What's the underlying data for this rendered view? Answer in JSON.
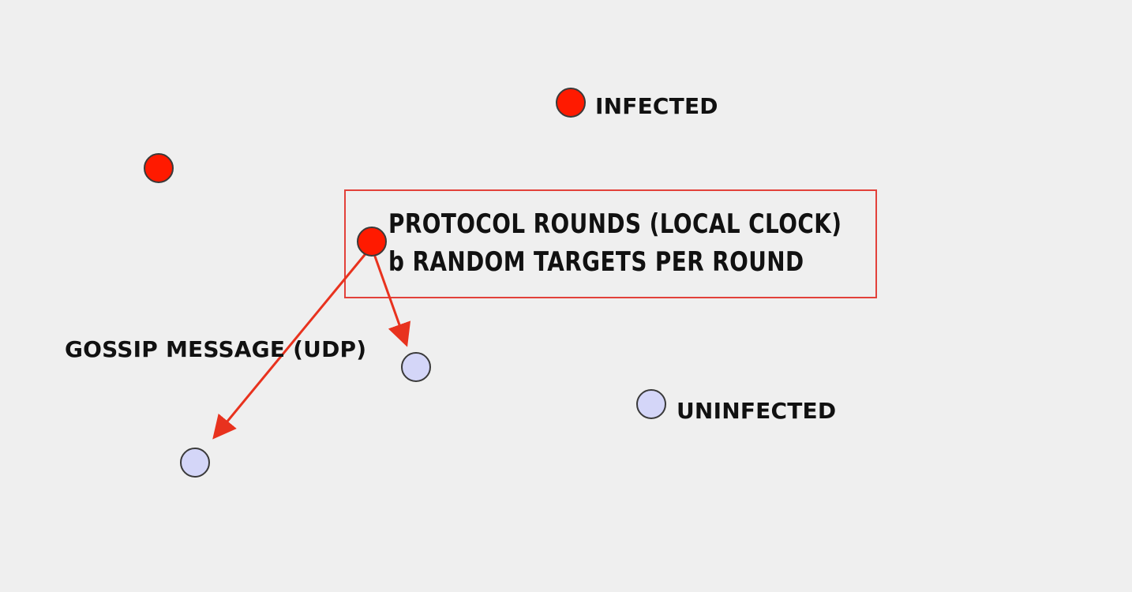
{
  "labels": {
    "infected": "INFECTED",
    "uninfected": "UNINFECTED",
    "gossip_message": "GOSSIP MESSAGE (UDP)"
  },
  "callout": {
    "line1": "PROTOCOL ROUNDS (LOCAL CLOCK)",
    "line2": "b RANDOM TARGETS PER ROUND"
  },
  "colors": {
    "background": "#efefef",
    "infected_node": "#ff1a00",
    "uninfected_node": "#d4d6f8",
    "node_stroke": "#3a3a3a",
    "arrow": "#e8321e",
    "callout_border": "#e2413a"
  }
}
